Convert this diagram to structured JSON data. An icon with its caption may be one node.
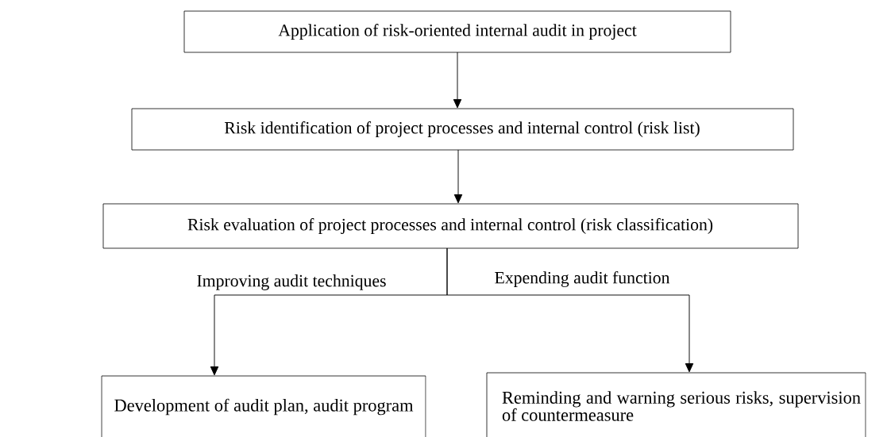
{
  "diagram": {
    "nodes": [
      {
        "text": [
          "Application of risk-oriented internal audit in project"
        ]
      },
      {
        "text": [
          "Risk identification of project processes and internal control (risk list)"
        ]
      },
      {
        "text": [
          "Risk evaluation of project processes and internal control (risk classification)"
        ]
      },
      {
        "text": [
          "Development of audit plan, audit program"
        ]
      },
      {
        "text": [
          "Reminding and warning serious risks, supervision of countermeasure"
        ]
      }
    ],
    "edges": [
      {
        "from": 0,
        "to": 1,
        "arrow": "to"
      },
      {
        "from": 1,
        "to": 2,
        "arrow": "to"
      },
      {
        "from": 2,
        "to": 3,
        "arrow": "to",
        "label": "Improving audit techniques"
      },
      {
        "from": 2,
        "to": 4,
        "arrow": "to",
        "label": "Expending audit function"
      }
    ]
  }
}
